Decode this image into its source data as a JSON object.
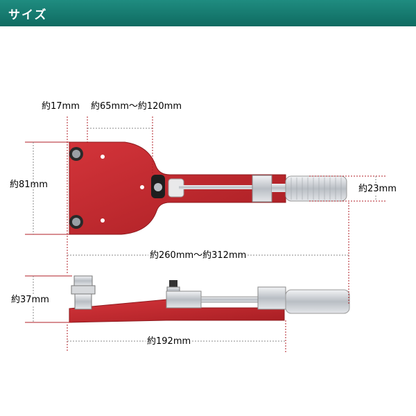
{
  "header": {
    "title": "サイズ"
  },
  "dimensions": {
    "width_bolt": "約17mm",
    "clamp_range": "約65mm～約120mm",
    "plate_height": "約81mm",
    "handle_diameter": "約23mm",
    "total_length": "約260mm～約312mm",
    "side_height": "約37mm",
    "base_length": "約192mm"
  },
  "colors": {
    "header": "#12786d",
    "plate": "#c0262b",
    "dimension_line": "#b01e24",
    "metal": "#c9cdd2"
  }
}
